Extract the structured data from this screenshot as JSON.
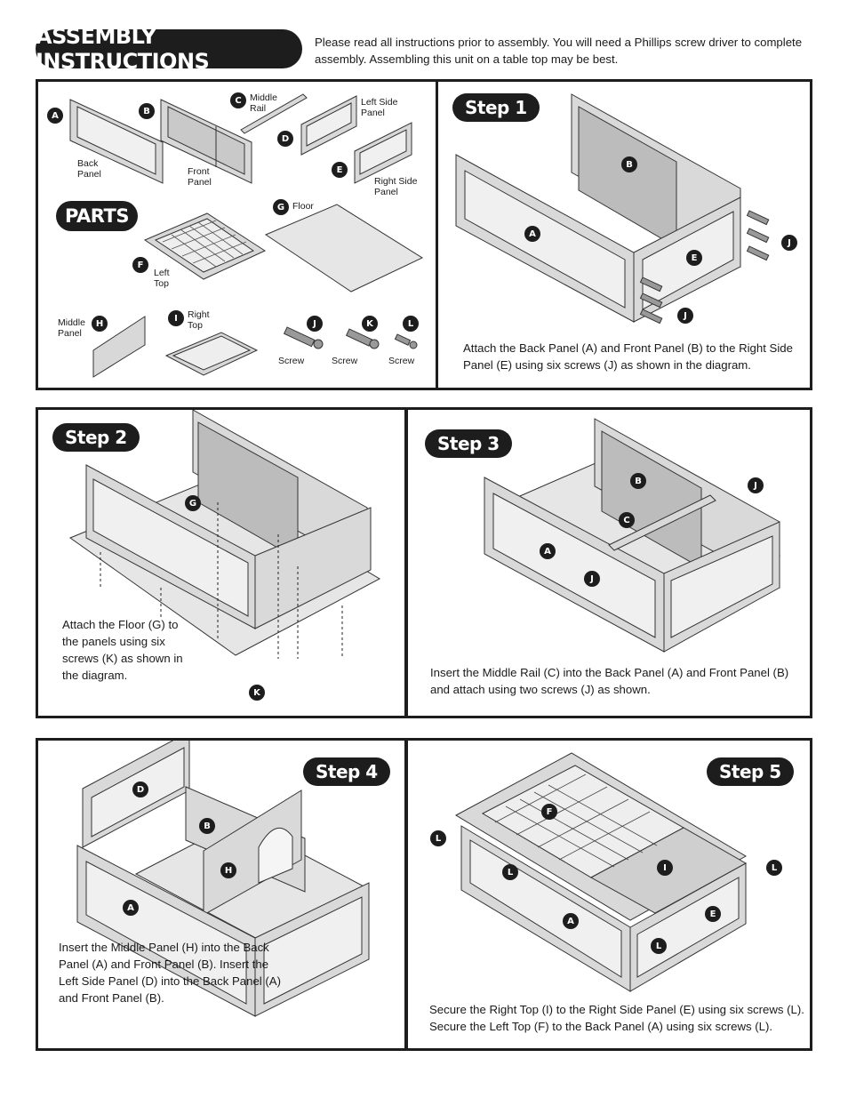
{
  "header": {
    "title": "ASSEMBLY INSTRUCTIONS",
    "intro": "Please read all instructions prior to assembly. You will need a Phillips screw driver to complete assembly. Assembling this unit on a table top may be best."
  },
  "parts": {
    "title": "PARTS",
    "items": [
      {
        "letter": "A",
        "name": "Back Panel"
      },
      {
        "letter": "B",
        "name": "Front Panel"
      },
      {
        "letter": "C",
        "name": "Middle Rail"
      },
      {
        "letter": "D",
        "name": "Left Side Panel"
      },
      {
        "letter": "E",
        "name": "Right Side Panel"
      },
      {
        "letter": "F",
        "name": "Left Top"
      },
      {
        "letter": "G",
        "name": "Floor"
      },
      {
        "letter": "H",
        "name": "Middle Panel"
      },
      {
        "letter": "I",
        "name": "Right Top"
      },
      {
        "letter": "J",
        "name": "Screw"
      },
      {
        "letter": "K",
        "name": "Screw"
      },
      {
        "letter": "L",
        "name": "Screw"
      }
    ]
  },
  "steps": [
    {
      "label": "Step 1",
      "text": "Attach the Back Panel (A) and Front Panel (B) to the Right Side Panel (E) using six screws (J) as shown in the diagram."
    },
    {
      "label": "Step 2",
      "text": "Attach the Floor (G) to the panels using six screws (K) as shown in the diagram."
    },
    {
      "label": "Step 3",
      "text": "Insert the Middle Rail (C) into the Back Panel (A) and Front Panel (B) and attach using two screws (J) as shown."
    },
    {
      "label": "Step 4",
      "text": "Insert the Middle Panel (H) into the Back Panel (A) and Front Panel (B). Insert the Left Side Panel (D) into the Back Panel (A) and Front Panel (B)."
    },
    {
      "label": "Step 5",
      "text": "Secure the Right Top (I) to the Right Side Panel (E) using six screws (L). Secure the Left Top (F) to the Back Panel (A) using six screws (L)."
    }
  ],
  "callouts": {
    "A": "A",
    "B": "B",
    "C": "C",
    "D": "D",
    "E": "E",
    "F": "F",
    "G": "G",
    "H": "H",
    "I": "I",
    "J": "J",
    "K": "K",
    "L": "L"
  }
}
